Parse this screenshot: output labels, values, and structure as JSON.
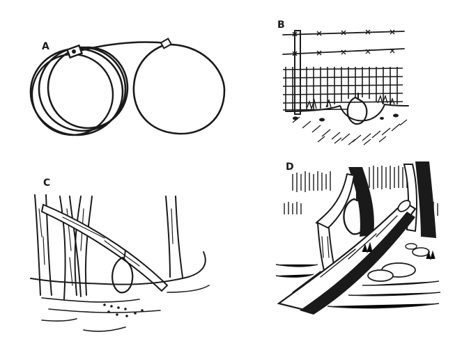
{
  "panels": [
    {
      "id": "A",
      "label": "A",
      "subject": "coiled-wire-snare"
    },
    {
      "id": "B",
      "label": "B",
      "subject": "snare-under-fence"
    },
    {
      "id": "C",
      "label": "C",
      "subject": "snare-under-leaning-pole"
    },
    {
      "id": "D",
      "label": "D",
      "subject": "snare-under-fallen-log"
    }
  ],
  "colors": {
    "ink": "#1a1a1a",
    "paper": "#ffffff"
  }
}
